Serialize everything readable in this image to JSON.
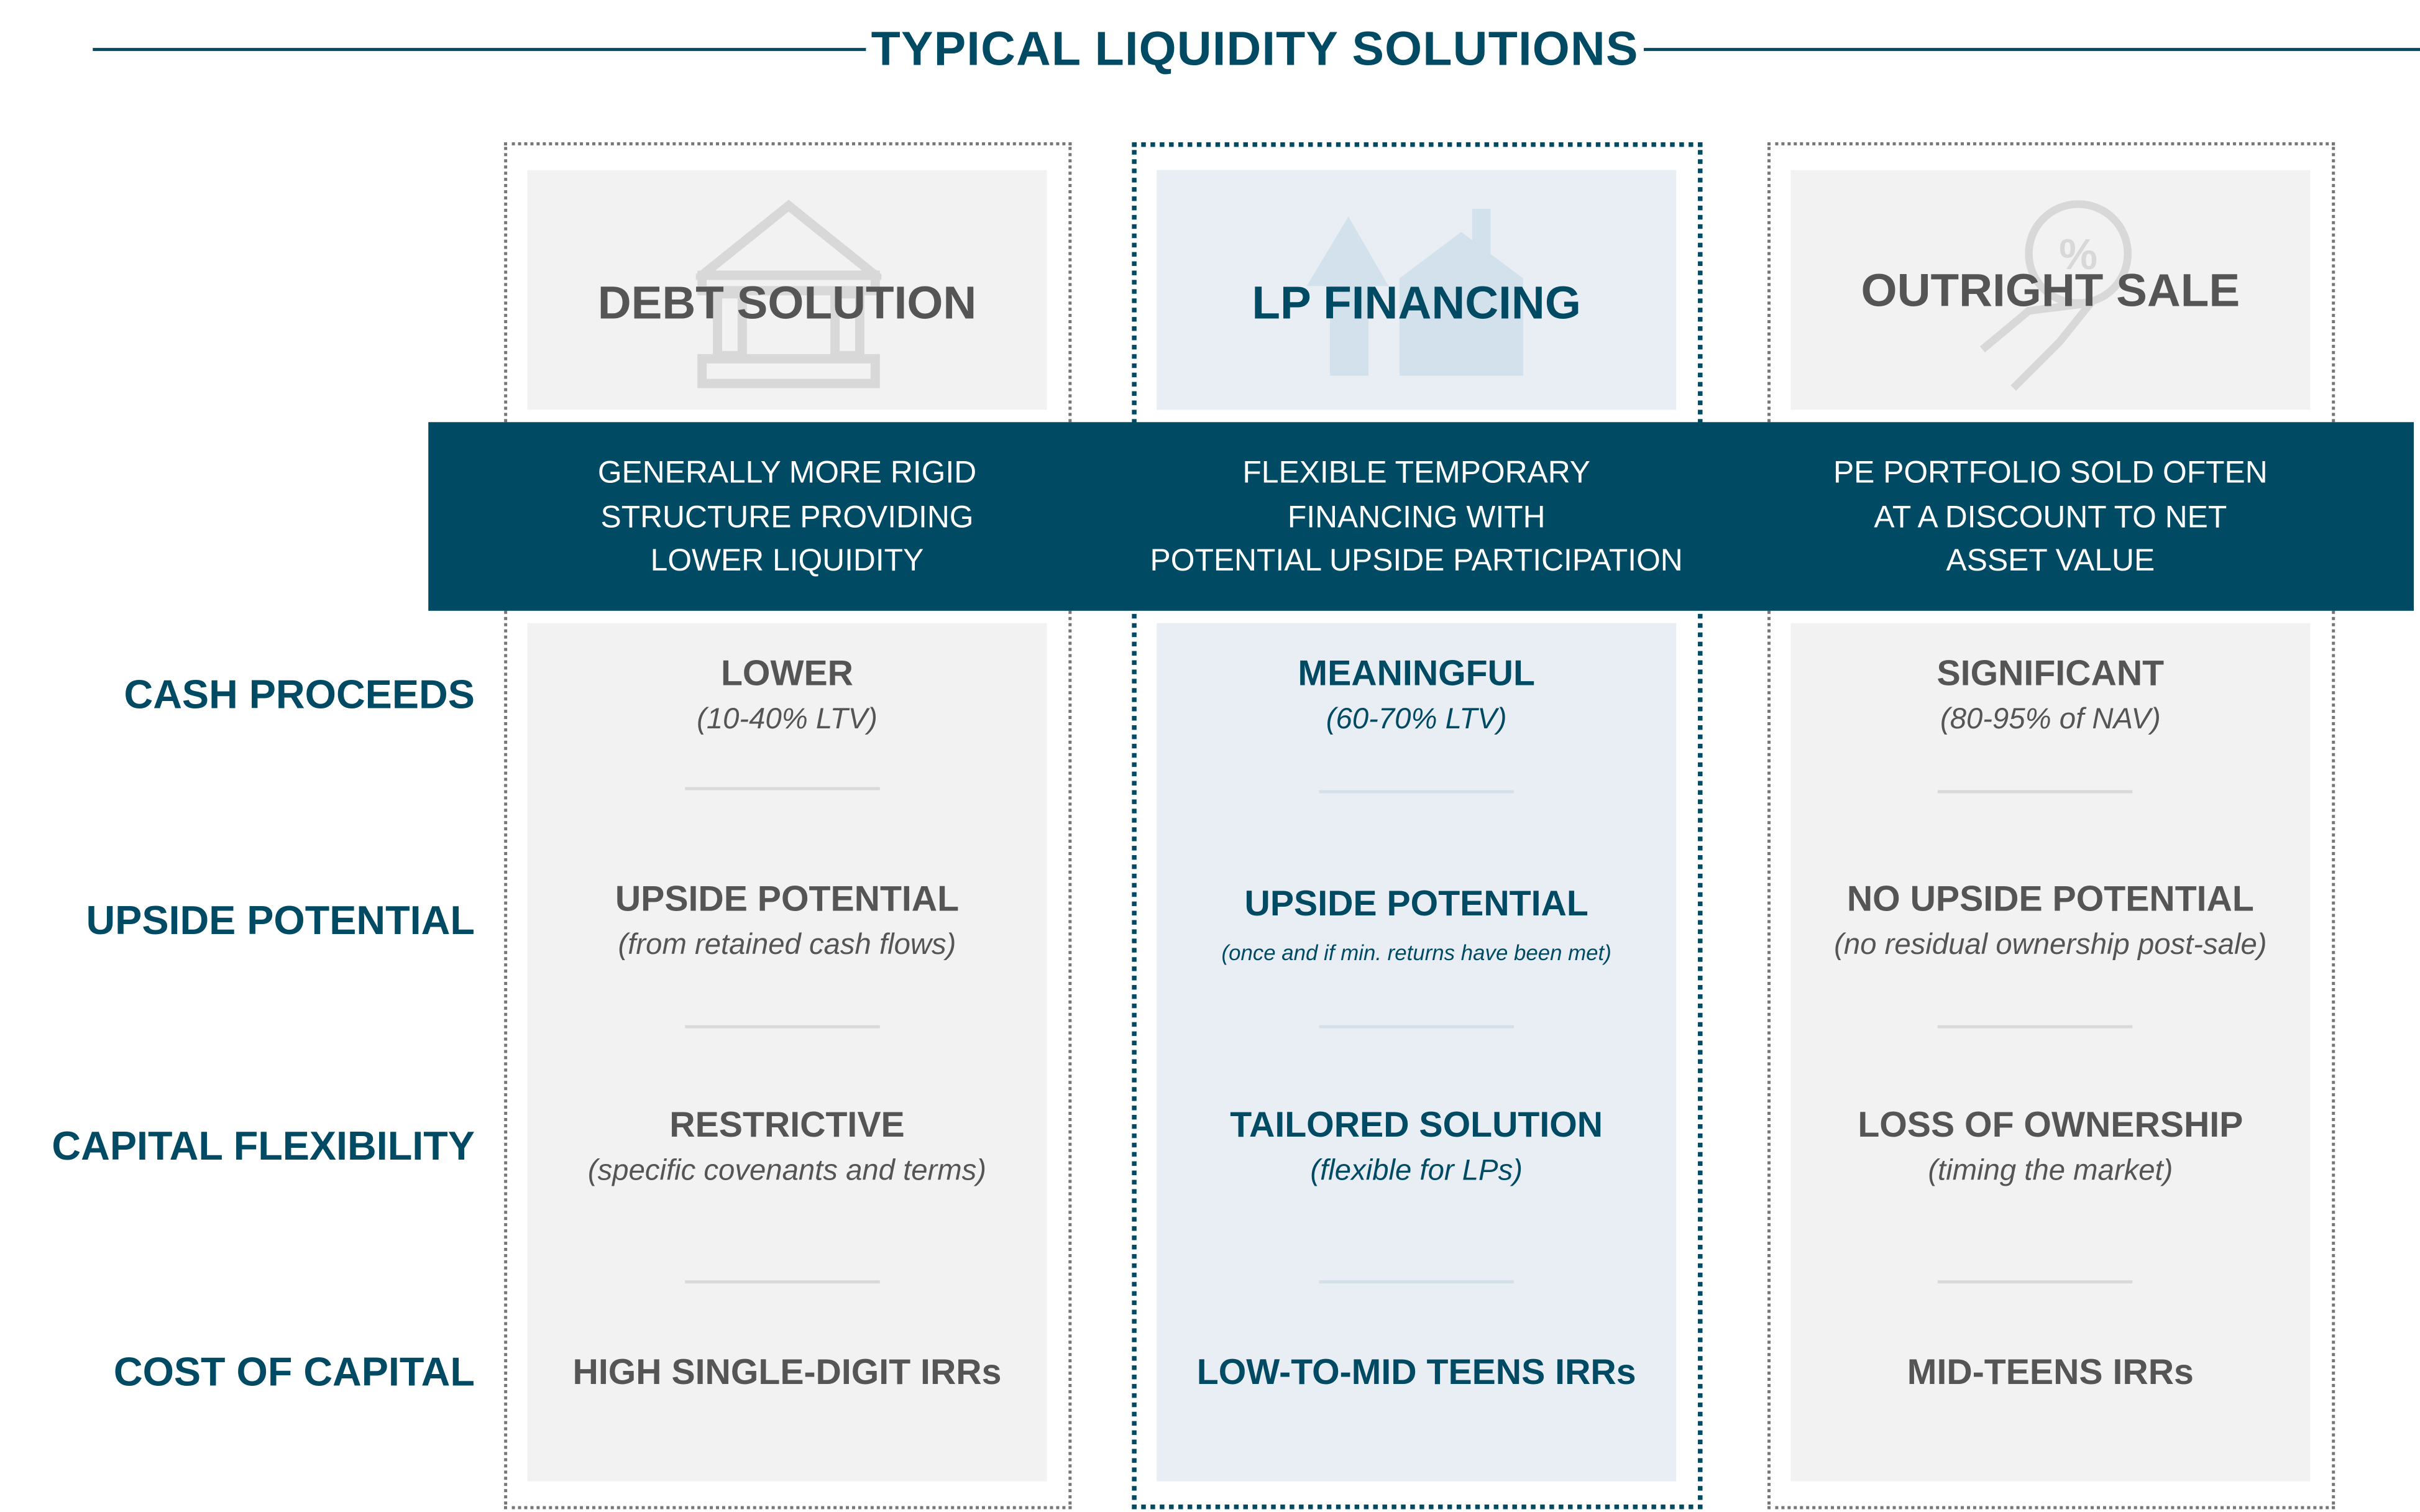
{
  "title": "TYPICAL LIQUIDITY SOLUTIONS",
  "colors": {
    "primary": "#004b63",
    "gray_text": "#555555",
    "panel_gray": "#f2f2f2",
    "panel_blue": "#e9eef5"
  },
  "row_labels": [
    "CASH PROCEEDS",
    "UPSIDE POTENTIAL",
    "CAPITAL FLEXIBILITY",
    "COST OF CAPITAL"
  ],
  "columns": [
    {
      "header": "DEBT SOLUTION",
      "icon": "bank-icon",
      "description": [
        "GENERALLY MORE RIGID",
        "STRUCTURE PROVIDING",
        "LOWER LIQUIDITY"
      ],
      "cells": [
        {
          "title": "LOWER",
          "sub": "(10-40% LTV)"
        },
        {
          "title": "UPSIDE POTENTIAL",
          "sub": "(from retained cash flows)"
        },
        {
          "title": "RESTRICTIVE",
          "sub": "(specific covenants and terms)"
        },
        {
          "title": "HIGH SINGLE-DIGIT IRRs"
        }
      ]
    },
    {
      "header": "LP FINANCING",
      "icon": "house-growth-icon",
      "description": [
        "FLEXIBLE TEMPORARY",
        "FINANCING WITH",
        "POTENTIAL UPSIDE PARTICIPATION"
      ],
      "cells": [
        {
          "title": "MEANINGFUL",
          "sub": "(60-70% LTV)"
        },
        {
          "title": "UPSIDE POTENTIAL",
          "sub": "(once and if  min. returns have been met)"
        },
        {
          "title": "TAILORED SOLUTION",
          "sub": "(flexible for LPs)"
        },
        {
          "title": "LOW-TO-MID TEENS IRRs"
        }
      ]
    },
    {
      "header": "OUTRIGHT SALE",
      "icon": "hand-percent-icon",
      "description": [
        "PE PORTFOLIO SOLD OFTEN",
        "AT A DISCOUNT TO NET",
        "ASSET VALUE"
      ],
      "cells": [
        {
          "title": "SIGNIFICANT",
          "sub": "(80-95% of NAV)"
        },
        {
          "title": "NO UPSIDE POTENTIAL",
          "sub": "(no residual ownership post-sale)"
        },
        {
          "title": "LOSS OF OWNERSHIP",
          "sub": "(timing the market)"
        },
        {
          "title": "MID-TEENS IRRs"
        }
      ]
    }
  ]
}
